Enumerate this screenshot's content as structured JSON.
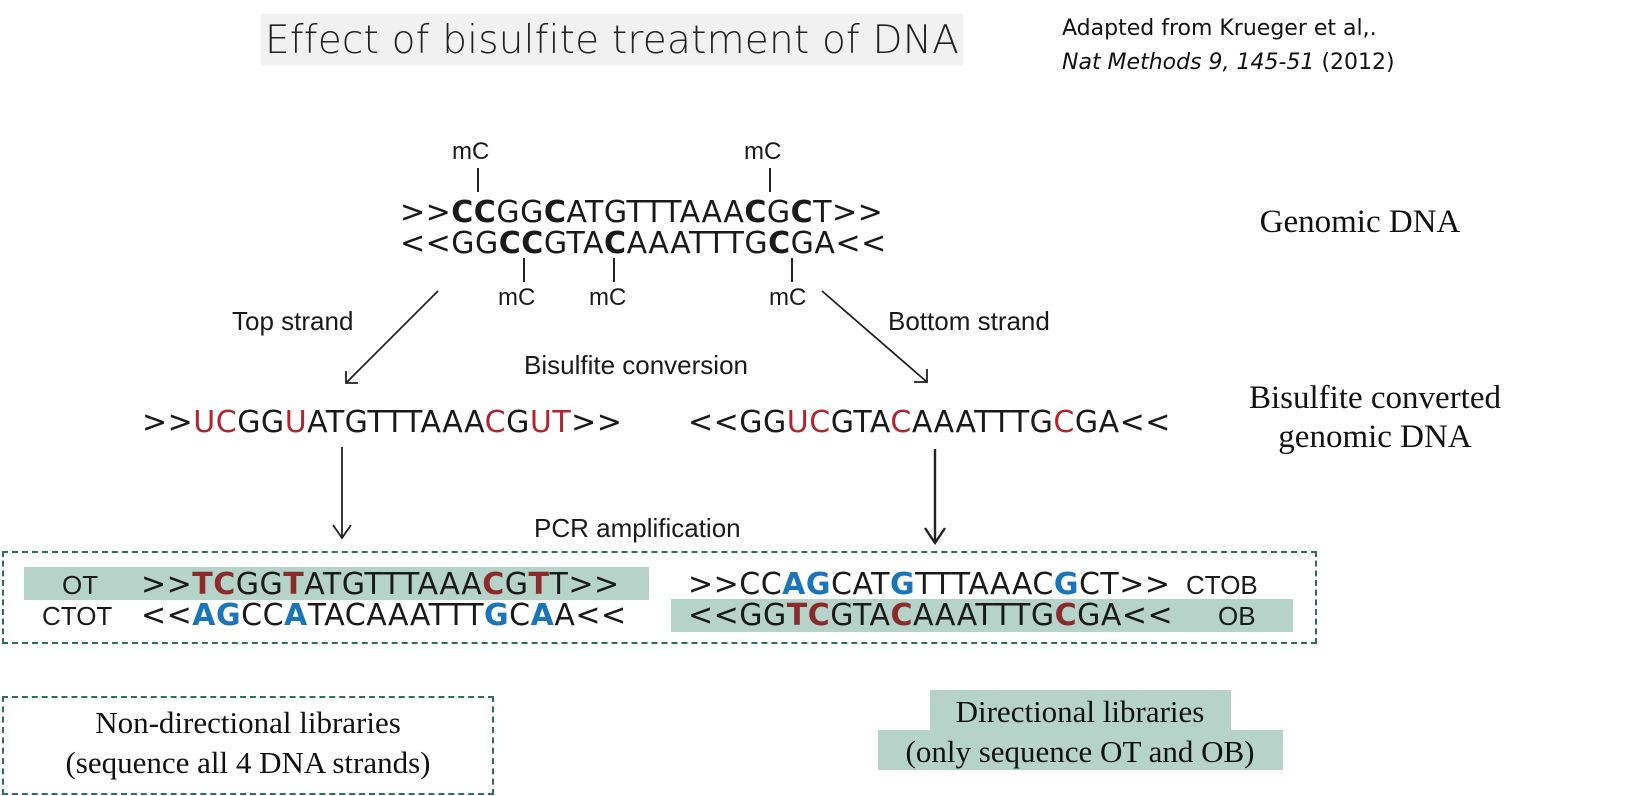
{
  "title": "Effect of bisulfite treatment of DNA",
  "citation": {
    "line1": "Adapted from Krueger et al,.",
    "journal": "Nat Methods 9, 145-51",
    "year": "(2012)"
  },
  "genomic": {
    "mc_label": "mC",
    "top": [
      {
        "t": ">>"
      },
      {
        "t": "CC",
        "s": "b"
      },
      {
        "t": "GG"
      },
      {
        "t": "C",
        "s": "b"
      },
      {
        "t": "ATGTTTAAA"
      },
      {
        "t": "C",
        "s": "b"
      },
      {
        "t": "G"
      },
      {
        "t": "C",
        "s": "b"
      },
      {
        "t": "T>>"
      }
    ],
    "bottom": [
      {
        "t": "<<GG"
      },
      {
        "t": "CC",
        "s": "b"
      },
      {
        "t": "GTA"
      },
      {
        "t": "C",
        "s": "b"
      },
      {
        "t": "AAATTTG"
      },
      {
        "t": "C",
        "s": "b"
      },
      {
        "t": "GA<<"
      }
    ],
    "label": "Genomic DNA"
  },
  "arrows": {
    "top_strand": "Top strand",
    "bottom_strand": "Bottom strand",
    "bisulfite_conversion": "Bisulfite conversion",
    "pcr_amplification": "PCR amplification"
  },
  "converted": {
    "top": [
      {
        "t": ">>"
      },
      {
        "t": "UC",
        "s": "r"
      },
      {
        "t": "GG"
      },
      {
        "t": "U",
        "s": "r"
      },
      {
        "t": "ATGTTTAAA"
      },
      {
        "t": "C",
        "s": "r"
      },
      {
        "t": "G"
      },
      {
        "t": "UT",
        "s": "r"
      },
      {
        "t": ">>"
      }
    ],
    "bottom": [
      {
        "t": "<<GG"
      },
      {
        "t": "UC",
        "s": "r"
      },
      {
        "t": "GTA"
      },
      {
        "t": "C",
        "s": "r"
      },
      {
        "t": "AAATTTG"
      },
      {
        "t": "C",
        "s": "r"
      },
      {
        "t": "GA<<"
      }
    ],
    "label_line1": "Bisulfite converted",
    "label_line2": "genomic DNA"
  },
  "pcr": {
    "ot_label": "OT",
    "ctot_label": "CTOT",
    "ctob_label": "CTOB",
    "ob_label": "OB",
    "ot": [
      {
        "t": ">>"
      },
      {
        "t": "TC",
        "s": "rb"
      },
      {
        "t": "GG"
      },
      {
        "t": "T",
        "s": "rb"
      },
      {
        "t": "ATGTTTAAA"
      },
      {
        "t": "C",
        "s": "rb"
      },
      {
        "t": "G"
      },
      {
        "t": "T",
        "s": "rb"
      },
      {
        "t": "T>>"
      }
    ],
    "ctot": [
      {
        "t": "<<"
      },
      {
        "t": "AG",
        "s": "bb"
      },
      {
        "t": "CC"
      },
      {
        "t": "A",
        "s": "bb"
      },
      {
        "t": "TACAAATTT"
      },
      {
        "t": "G",
        "s": "bb"
      },
      {
        "t": "C"
      },
      {
        "t": "A",
        "s": "bb"
      },
      {
        "t": "A<<"
      }
    ],
    "ctob": [
      {
        "t": ">>CC"
      },
      {
        "t": "AG",
        "s": "bb"
      },
      {
        "t": "CAT"
      },
      {
        "t": "G",
        "s": "bb"
      },
      {
        "t": "TTTAAAC"
      },
      {
        "t": "G",
        "s": "bb"
      },
      {
        "t": "CT>>"
      }
    ],
    "ob": [
      {
        "t": "<<GG"
      },
      {
        "t": "TC",
        "s": "rb"
      },
      {
        "t": "GTA"
      },
      {
        "t": "C",
        "s": "rb"
      },
      {
        "t": "AAATTTG"
      },
      {
        "t": "C",
        "s": "rb"
      },
      {
        "t": "GA<<"
      }
    ]
  },
  "libraries": {
    "nondirectional_line1": "Non-directional libraries",
    "nondirectional_line2": "(sequence all 4 DNA strands)",
    "directional_line1": "Directional libraries",
    "directional_line2": "(only sequence OT and OB)"
  },
  "colors": {
    "red": "#b0262c",
    "darkred": "#8b2b2b",
    "blue": "#1b75bb",
    "highlight": "#b5d3c8",
    "dash": "#2f6f55"
  }
}
